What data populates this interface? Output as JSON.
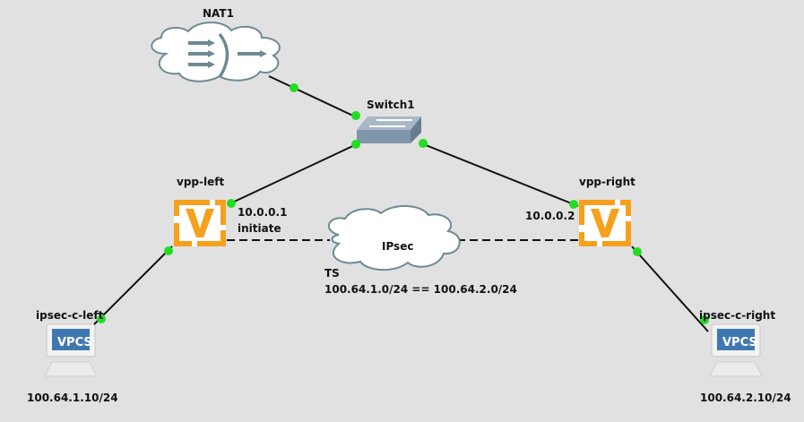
{
  "topology": {
    "nodes": {
      "nat1": {
        "label": "NAT1",
        "type": "nat-cloud"
      },
      "switch1": {
        "label": "Switch1",
        "type": "ethernet-switch"
      },
      "vpp_left": {
        "label": "vpp-left",
        "type": "vpp-router",
        "ip": "10.0.0.1",
        "role": "initiate"
      },
      "vpp_right": {
        "label": "vpp-right",
        "type": "vpp-router",
        "ip": "10.0.0.2"
      },
      "ipsec_cloud": {
        "label": "IPsec",
        "type": "cloud"
      },
      "ipsec_c_left": {
        "label": "ipsec-c-left",
        "type": "vpcs",
        "badge": "VPCS",
        "ip": "100.64.1.10/24"
      },
      "ipsec_c_right": {
        "label": "ipsec-c-right",
        "type": "vpcs",
        "badge": "VPCS",
        "ip": "100.64.2.10/24"
      }
    },
    "ts": {
      "title": "TS",
      "selectors": "100.64.1.0/24 == 100.64.2.0/24"
    },
    "links": [
      {
        "from": "NAT1",
        "to": "Switch1",
        "style": "solid"
      },
      {
        "from": "Switch1",
        "to": "vpp-left",
        "style": "solid"
      },
      {
        "from": "Switch1",
        "to": "vpp-right",
        "style": "solid"
      },
      {
        "from": "vpp-left",
        "to": "ipsec-c-left",
        "style": "solid"
      },
      {
        "from": "vpp-right",
        "to": "ipsec-c-right",
        "style": "solid"
      },
      {
        "from": "vpp-left",
        "to": "IPsec",
        "style": "dashed"
      },
      {
        "from": "IPsec",
        "to": "vpp-right",
        "style": "dashed"
      }
    ],
    "colors": {
      "background": "#e1e1e1",
      "port": "#22dd22",
      "link": "#111111",
      "vpp": "#f7a01c",
      "cloud_stroke": "#6e8a94"
    }
  }
}
